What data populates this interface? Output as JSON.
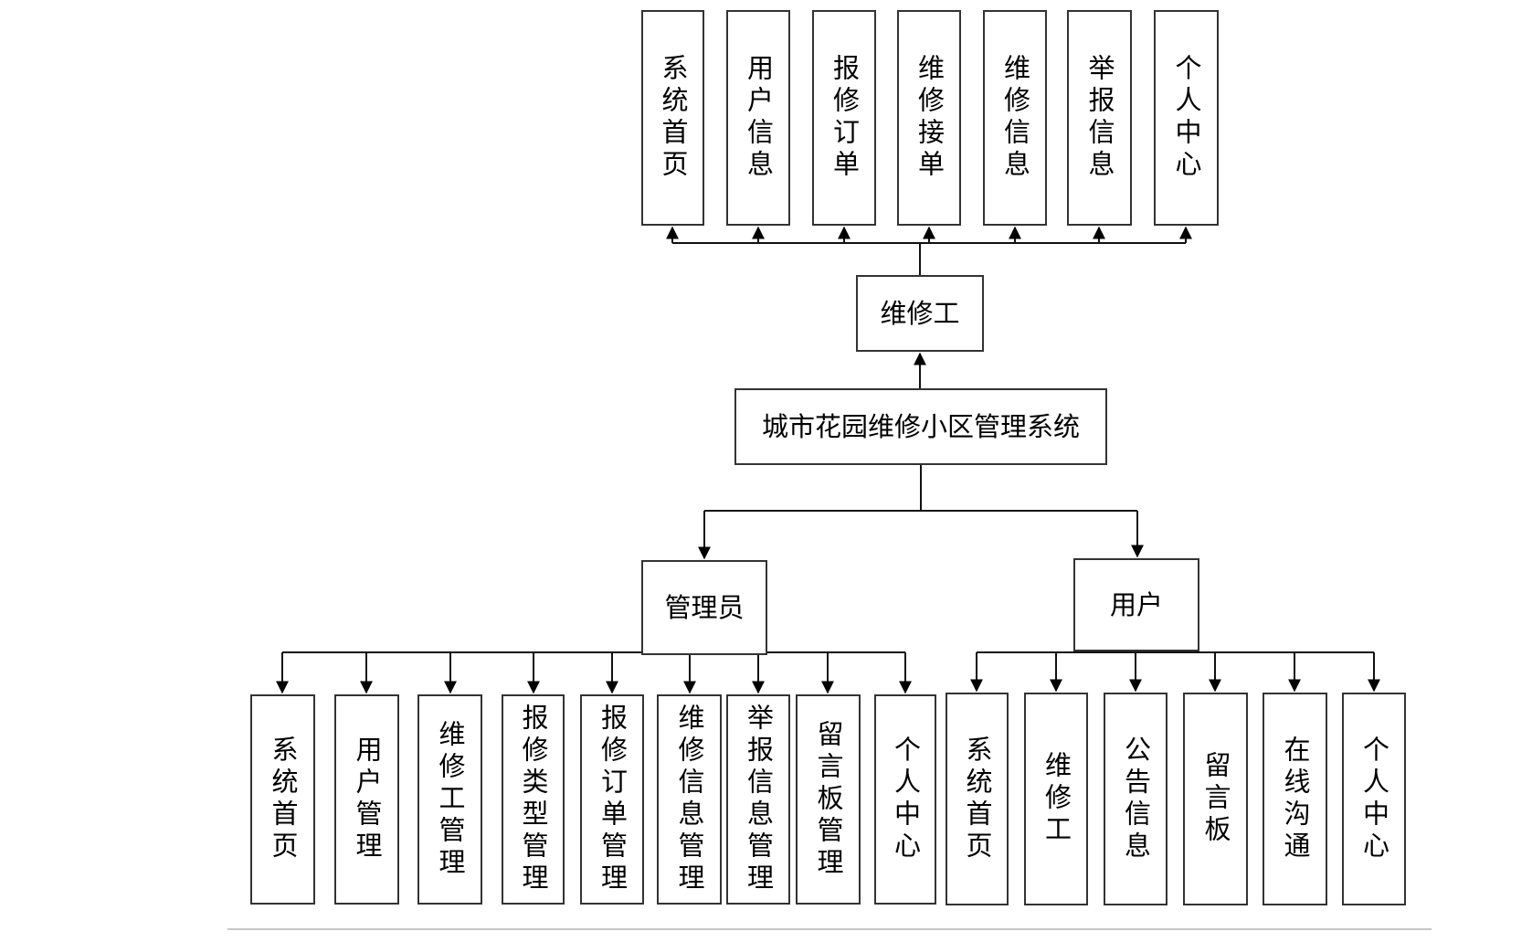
{
  "diagram": {
    "root": "城市花园维修小区管理系统",
    "repairman": {
      "label": "维修工",
      "functions": [
        "系统首页",
        "用户信息",
        "报修订单",
        "维修接单",
        "维修信息",
        "举报信息",
        "个人中心"
      ]
    },
    "admin": {
      "label": "管理员",
      "functions": [
        "系统首页",
        "用户管理",
        "维修工管理",
        "报修类型管理",
        "报修订单管理",
        "维修信息管理",
        "举报信息管理",
        "留言板管理",
        "个人中心"
      ]
    },
    "user": {
      "label": "用户",
      "functions": [
        "系统首页",
        "维修工",
        "公告信息",
        "留言板",
        "在线沟通",
        "个人中心"
      ]
    }
  },
  "colors": {
    "stroke": "#333333",
    "separator": "#c8c8c8",
    "background": "#ffffff"
  }
}
